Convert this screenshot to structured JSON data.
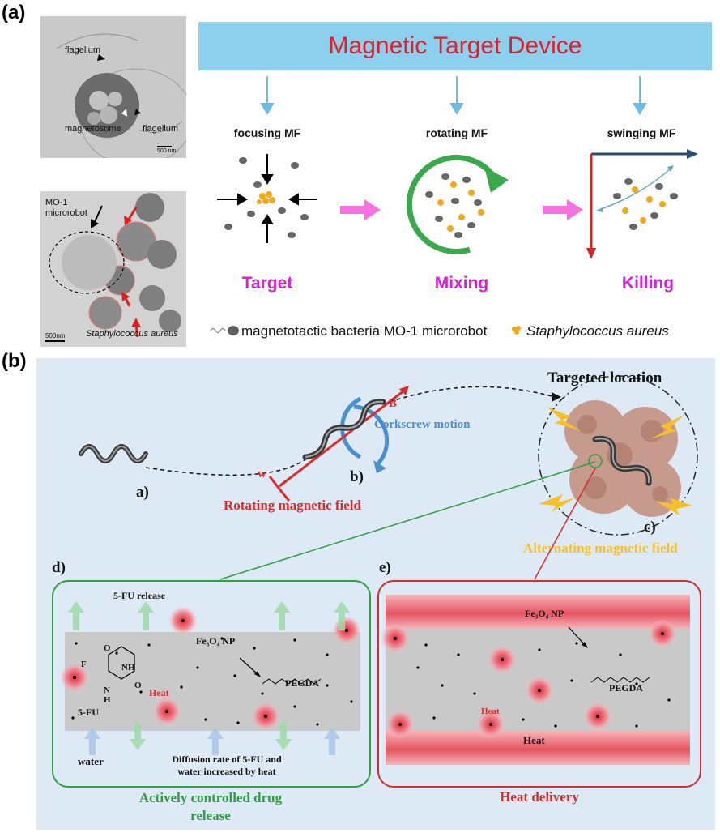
{
  "panel_a": {
    "label": "(a)",
    "micrograph_top": {
      "labels": [
        "flagellum",
        "magnetosome",
        "flagellum"
      ],
      "scalebar": "500 nm"
    },
    "micrograph_bottom": {
      "robot_label": "MO-1\nmicrorobot",
      "scalebar": "500nm",
      "species": "Staphylococcus aureus"
    },
    "banner": "Magnetic Target Device",
    "modes": [
      {
        "field": "focusing MF",
        "stage": "Target"
      },
      {
        "field": "rotating MF",
        "stage": "Mixing"
      },
      {
        "field": "swinging MF",
        "stage": "Killing"
      }
    ],
    "legend": {
      "bacteria": "magnetotactic bacteria MO-1 microrobot",
      "target": "Staphylococcus aureus"
    },
    "colors": {
      "banner": "#8dd0ee",
      "banner_text": "#e0202a",
      "stage": "#d223d6",
      "arrow": "#f25ad8"
    }
  },
  "panel_b": {
    "label": "(b)",
    "helix_labels": {
      "a": "a)",
      "b": "b)",
      "c": "c)"
    },
    "B": "B",
    "w": "w",
    "corkscrew": "Corkscrew motion",
    "rotating_field": "Rotating magnetic field",
    "targeted_location": "Targeted location",
    "alternating_field": "Alternating magnetic field",
    "box_d": {
      "tag": "d)",
      "release": "5-FU release",
      "fe3o4": "Fe₃O₄ NP",
      "pegda": "PEGDA",
      "heat": "Heat",
      "fu": "5-FU",
      "water": "water",
      "diffusion_line1": "Diffusion rate of 5-FU and",
      "diffusion_line2": "water increased by heat",
      "caption_line1": "Actively controlled drug",
      "caption_line2": "release",
      "molecule_F": "F",
      "molecule_O1": "O",
      "molecule_O2": "O",
      "molecule_NH": "NH",
      "molecule_H": "H",
      "molecule_N": "N"
    },
    "box_e": {
      "tag": "e)",
      "fe3o4": "Fe₃O₄ NP",
      "pegda": "PEGDA",
      "heat_small": "Heat",
      "heat_band": "Heat",
      "caption": "Heat delivery"
    },
    "colors": {
      "background": "#dde9f4",
      "green": "#2f9e44",
      "red": "#d32f2f",
      "blue": "#4a8fd0",
      "yellow": "#f5c02a"
    }
  }
}
